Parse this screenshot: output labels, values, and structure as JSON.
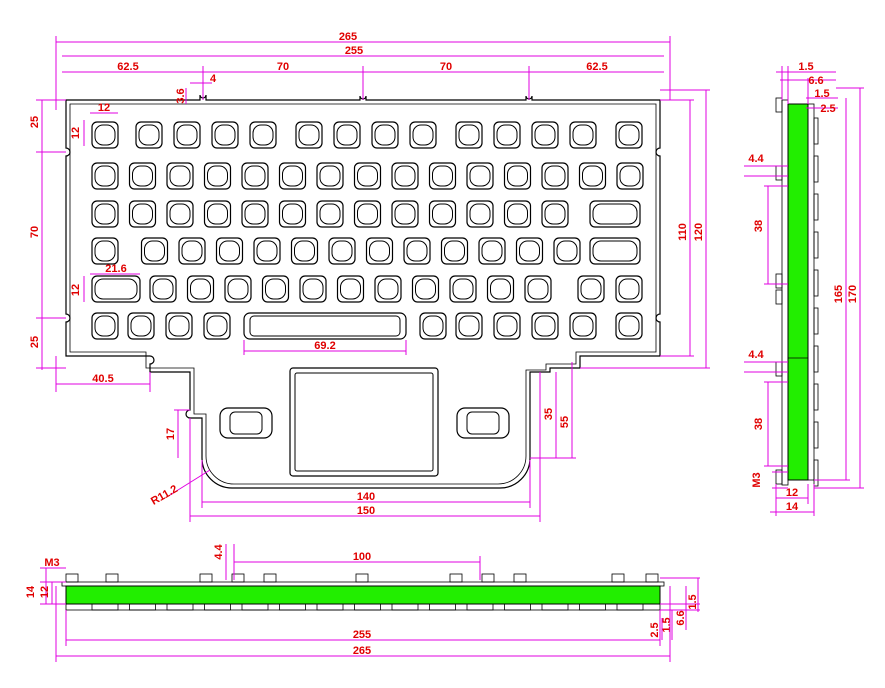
{
  "dimensions": {
    "top_total_outer": "265",
    "top_total_inner": "255",
    "top_seg_left": "62.5",
    "top_seg_mid1": "70",
    "top_seg_mid2": "70",
    "top_seg_right": "62.5",
    "notch_width": "4",
    "notch_depth": "3.6",
    "key_size_w": "12",
    "key_size_h": "12",
    "left_top": "25",
    "left_mid": "70",
    "left_bottom": "25",
    "wide_key_w": "21.6",
    "wide_key_h": "12",
    "space_bar": "69.2",
    "right_inner": "110",
    "right_outer": "120",
    "ear_width": "40.5",
    "ear_height": "17",
    "corner_radius": "R11.2",
    "pad_height": "35",
    "lower_height": "55",
    "lower_inner_w": "140",
    "lower_outer_w": "150",
    "side_1_5a": "1.5",
    "side_6_6": "6.6",
    "side_1_5b": "1.5",
    "side_2_5": "2.5",
    "side_4_4a": "4.4",
    "side_38a": "38",
    "side_4_4b": "4.4",
    "side_38b": "38",
    "side_165": "165",
    "side_170": "170",
    "side_m3": "M3",
    "side_12": "12",
    "side_14": "14",
    "bottom_m3": "M3",
    "bottom_12": "12",
    "bottom_14": "14",
    "bottom_4_4": "4.4",
    "bottom_100": "100",
    "bottom_2_5": "2.5",
    "bottom_1_5a": "1.5",
    "bottom_6_6": "6.6",
    "bottom_1_5b": "1.5",
    "bottom_255": "255",
    "bottom_265": "265"
  },
  "colors": {
    "dimension_line": "#e000e0",
    "dimension_text": "#e00000",
    "pcb": "#22ee00",
    "outline": "#000000"
  }
}
